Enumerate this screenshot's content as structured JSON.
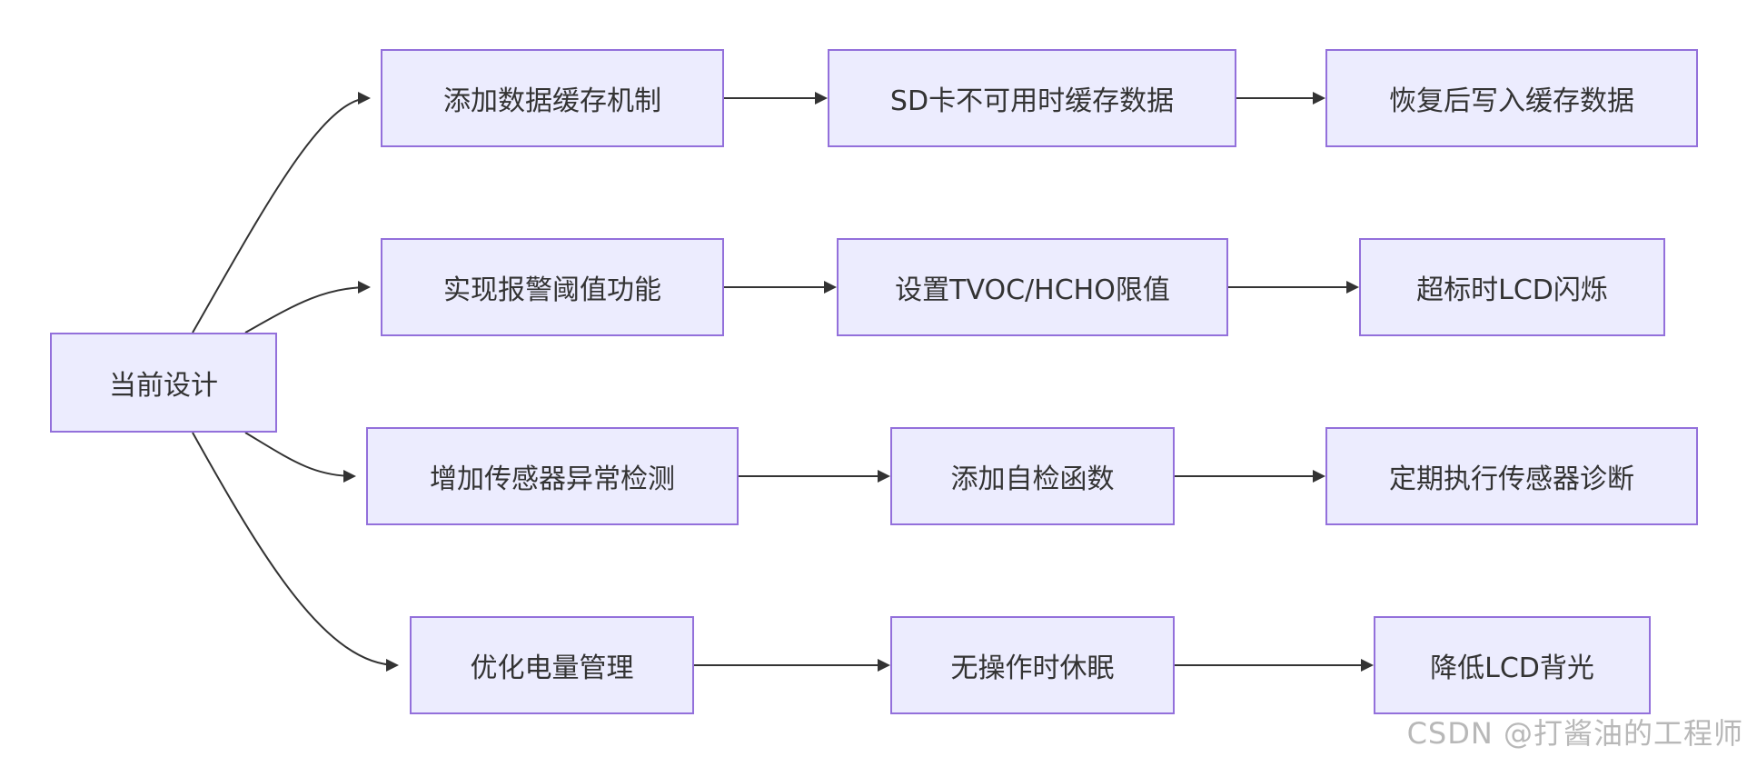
{
  "diagram": {
    "root": {
      "id": "root",
      "label": "当前设计"
    },
    "branches": [
      {
        "id": "b1",
        "nodes": [
          {
            "id": "b1n1",
            "label": "添加数据缓存机制"
          },
          {
            "id": "b1n2",
            "label": "SD卡不可用时缓存数据"
          },
          {
            "id": "b1n3",
            "label": "恢复后写入缓存数据"
          }
        ]
      },
      {
        "id": "b2",
        "nodes": [
          {
            "id": "b2n1",
            "label": "实现报警阈值功能"
          },
          {
            "id": "b2n2",
            "label": "设置TVOC/HCHO限值"
          },
          {
            "id": "b2n3",
            "label": "超标时LCD闪烁"
          }
        ]
      },
      {
        "id": "b3",
        "nodes": [
          {
            "id": "b3n1",
            "label": "增加传感器异常检测"
          },
          {
            "id": "b3n2",
            "label": "添加自检函数"
          },
          {
            "id": "b3n3",
            "label": "定期执行传感器诊断"
          }
        ]
      },
      {
        "id": "b4",
        "nodes": [
          {
            "id": "b4n1",
            "label": "优化电量管理"
          },
          {
            "id": "b4n2",
            "label": "无操作时休眠"
          },
          {
            "id": "b4n3",
            "label": "降低LCD背光"
          }
        ]
      }
    ]
  },
  "colors": {
    "node_fill": "#ececfe",
    "node_border": "#9370db",
    "edge": "#333333",
    "text": "#333333",
    "watermark": "#b8b8b8"
  },
  "watermark": "CSDN @打酱油的工程师"
}
